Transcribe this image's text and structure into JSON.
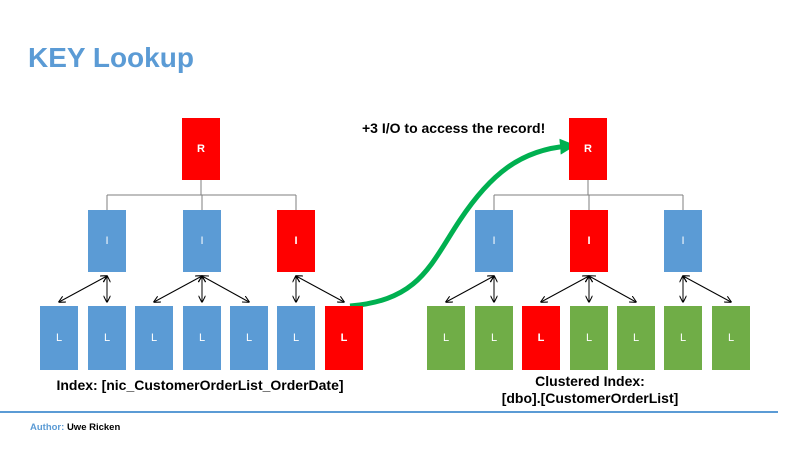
{
  "title": "KEY Lookup",
  "io_label": "+3 I/O to access the record!",
  "colors": {
    "blue": "#5b9bd5",
    "red": "#ff0000",
    "green": "#70ad47",
    "arrow": "#00b050",
    "title": "#5b9bd5"
  },
  "left_tree": {
    "caption": "Index: [nic_CustomerOrderList_OrderDate]",
    "root": {
      "label": "R",
      "color": "red"
    },
    "intermediate": [
      {
        "label": "I",
        "color": "blue"
      },
      {
        "label": "I",
        "color": "blue"
      },
      {
        "label": "I",
        "color": "red"
      }
    ],
    "leaves": [
      {
        "label": "L",
        "color": "blue"
      },
      {
        "label": "L",
        "color": "blue"
      },
      {
        "label": "L",
        "color": "blue"
      },
      {
        "label": "L",
        "color": "blue"
      },
      {
        "label": "L",
        "color": "blue"
      },
      {
        "label": "L",
        "color": "blue"
      },
      {
        "label": "L",
        "color": "red"
      }
    ]
  },
  "right_tree": {
    "caption_line1": "Clustered Index:",
    "caption_line2": "[dbo].[CustomerOrderList]",
    "root": {
      "label": "R",
      "color": "red"
    },
    "intermediate": [
      {
        "label": "I",
        "color": "blue"
      },
      {
        "label": "I",
        "color": "red"
      },
      {
        "label": "I",
        "color": "blue"
      }
    ],
    "leaves": [
      {
        "label": "L",
        "color": "green"
      },
      {
        "label": "L",
        "color": "green"
      },
      {
        "label": "L",
        "color": "red"
      },
      {
        "label": "L",
        "color": "green"
      },
      {
        "label": "L",
        "color": "green"
      },
      {
        "label": "L",
        "color": "green"
      },
      {
        "label": "L",
        "color": "green"
      }
    ]
  },
  "footer": {
    "author_label": "Author:",
    "author_name": "Uwe Ricken"
  }
}
